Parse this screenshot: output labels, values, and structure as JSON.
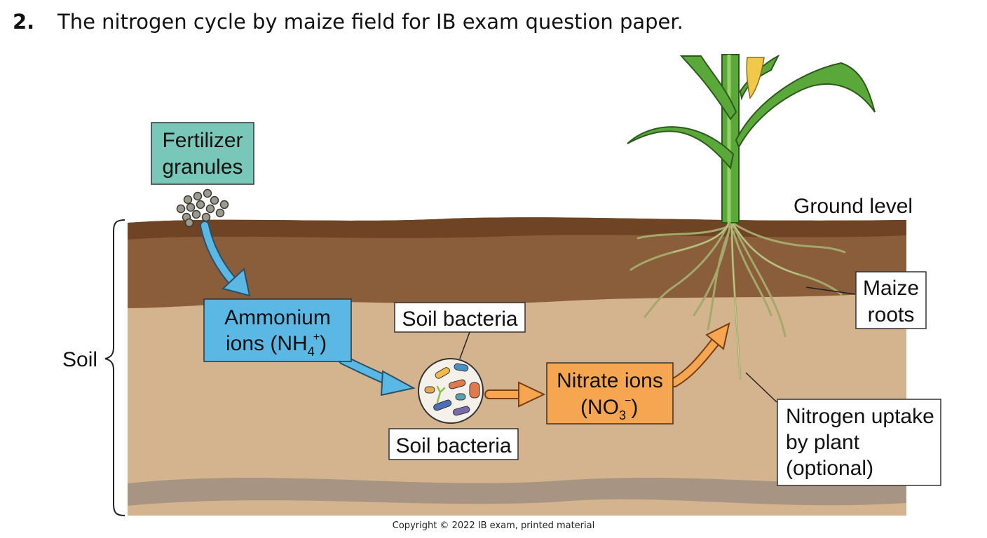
{
  "question": {
    "number": "2.",
    "text": "The nitrogen cycle by maize field for IB exam question paper."
  },
  "labels": {
    "fertilizer_line1": "Fertilizer",
    "fertilizer_line2": "granules",
    "ammonium_line1": "Ammonium",
    "ammonium_line2": "ions (NH",
    "ammonium_sub": "4",
    "ammonium_sup": "+",
    "ammonium_close": ")",
    "soil_bacteria_top": "Soil bacteria",
    "soil_bacteria_bottom": "Soil bacteria",
    "nitrate_line1": "Nitrate ions",
    "nitrate_line2": "(NO",
    "nitrate_sub": "3",
    "nitrate_sup": "−",
    "nitrate_close": ")",
    "ground_level": "Ground level",
    "maize_roots_line1": "Maize",
    "maize_roots_line2": "roots",
    "uptake_line1": "Nitrogen uptake",
    "uptake_line2": "by plant",
    "uptake_line3": "(optional)",
    "soil": "Soil"
  },
  "copyright": "Copyright © 2022 IB exam, printed material",
  "colors": {
    "topsoil": "#8a5d3b",
    "subsoil": "#d4b48e",
    "ammonium_box": "#5bb7e3",
    "nitrate_box": "#f6a650",
    "fertilizer_box": "#78c7b8",
    "arrow_blue": "#5bb7e3",
    "arrow_orange": "#f6a650",
    "leaf_green": "#5aa83a",
    "root_color": "#a4a86a"
  }
}
